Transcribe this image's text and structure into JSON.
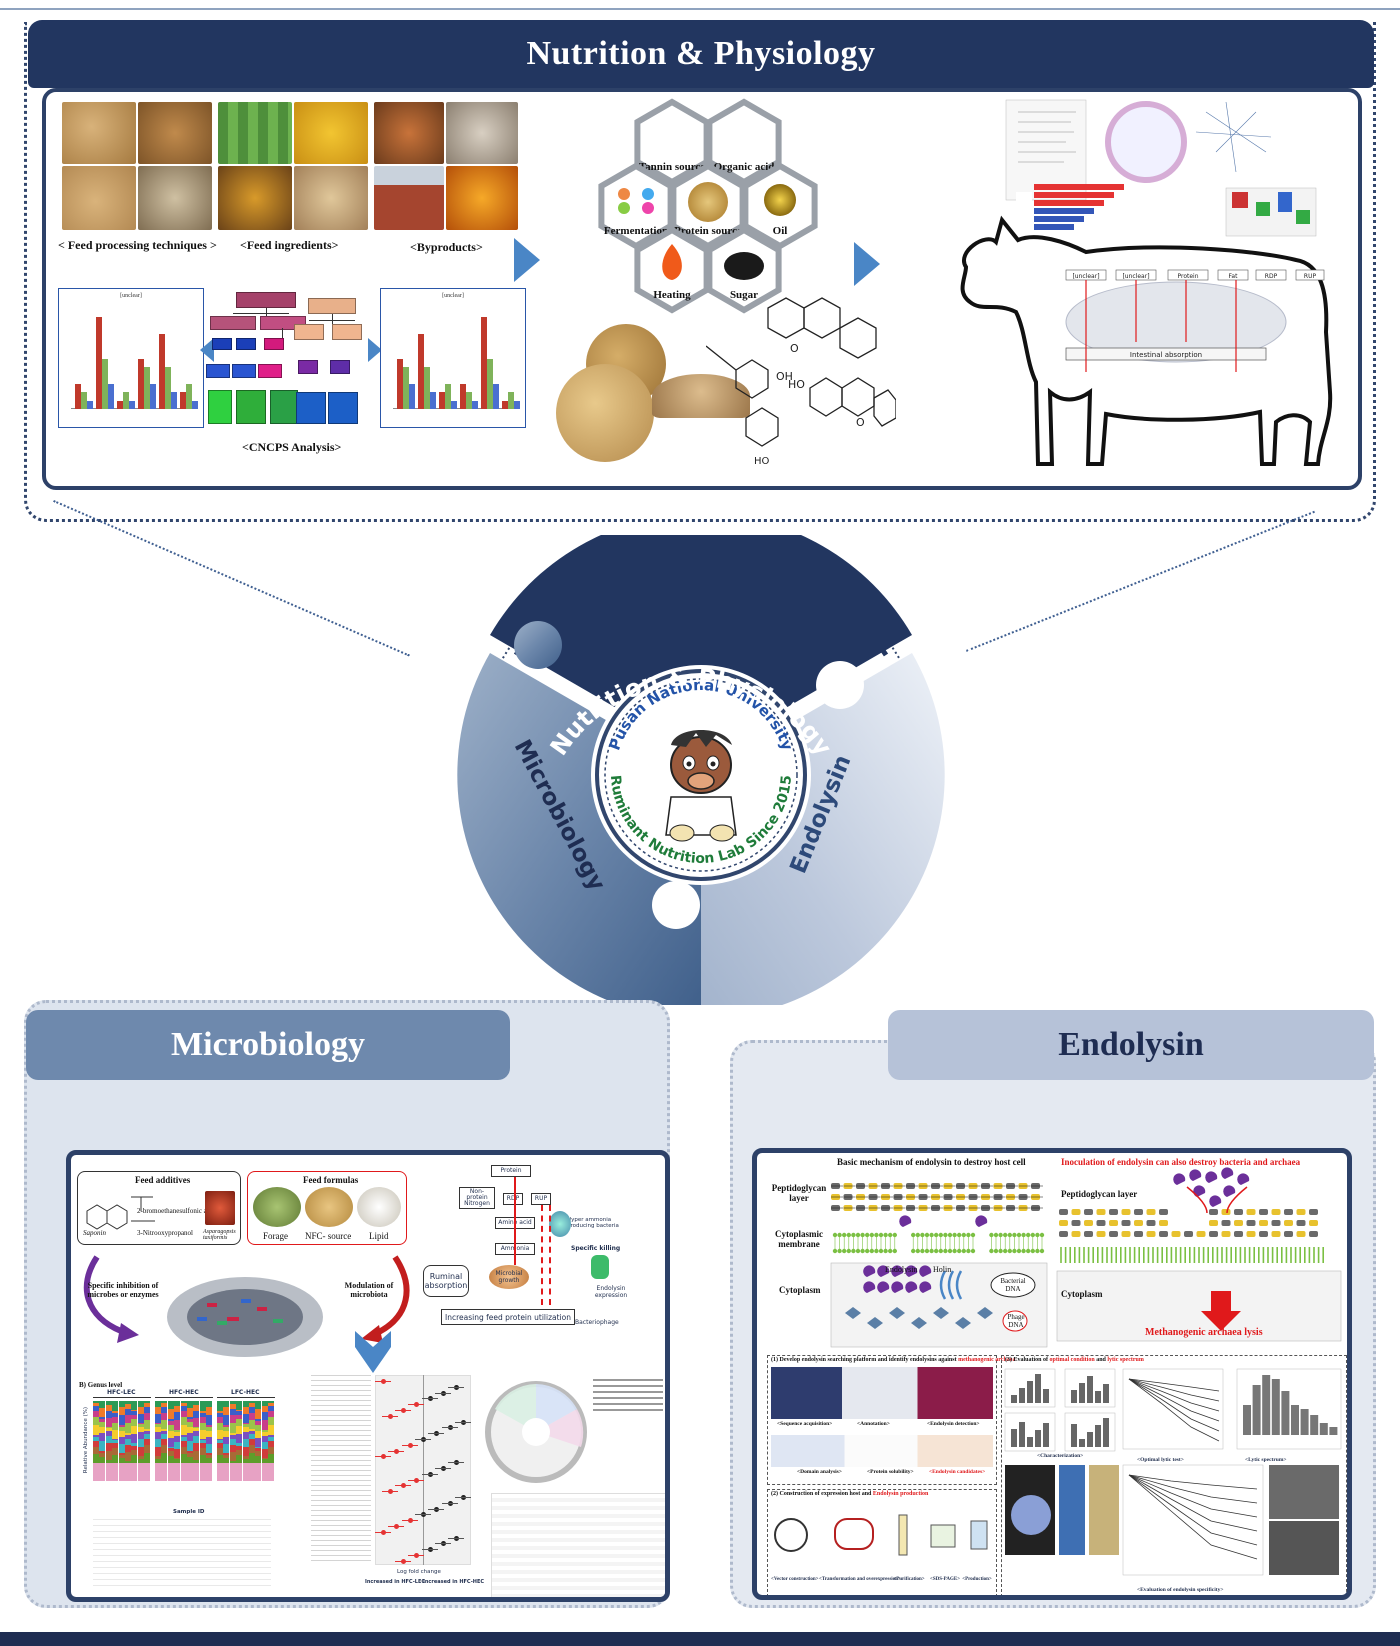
{
  "sections": {
    "nutrition": {
      "title": "Nutrition & Physiology",
      "captions": {
        "feed_processing": "< Feed processing techniques >",
        "feed_ingredients": "<Feed ingredients>",
        "byproducts": "<Byproducts>",
        "cncps": "<CNCPS Analysis>"
      },
      "hexagons": [
        "Tannin source",
        "Organic acid",
        "Fermentation",
        "Protein source",
        "Oil",
        "Heating",
        "Sugar"
      ],
      "cow_diagram": {
        "boxes": [
          "[unclear]",
          "[unclear]",
          "Protein",
          "Fat",
          "RDP",
          "RUP"
        ],
        "footer": "Intestinal absorption"
      }
    },
    "center": {
      "segments": [
        "Nutrition & Physiology",
        "Microbiology",
        "Endolysin"
      ],
      "seal": {
        "line1": "Pusan National University",
        "line2": "Ruminant Nutrition Lab Since 2015"
      }
    },
    "microbiology": {
      "title": "Microbiology",
      "feed_additives": "Feed additives",
      "feed_formulas": "Feed formulas",
      "additive_labels": [
        "Saponin",
        "2-bromoethanesulfonic acid",
        "3-Nitrooxypropanol",
        "Asparagopsis taxiformis"
      ],
      "formula_labels": [
        "Forage",
        "NFC- source",
        "Lipid"
      ],
      "specific_inhibition": "Specific inhibition of microbes or enzymes",
      "modulation": "Modulation of microbiota",
      "flow": {
        "protein": "Protein",
        "npn": "Non-protein Nitrogen",
        "rdp": "RDP",
        "rup": "RUP",
        "amino_acid": "Amino acid",
        "ammonia": "Ammonia",
        "microbial_growth": "Microbial growth",
        "ruminal_absorption": "Ruminal absorption",
        "hyper_ammonia": "Hyper ammonia producing bacteria",
        "specific_killing": "Specific killing",
        "endolysin_expression": "Endolysin expression",
        "bacteriophage": "Bacteriophage",
        "increasing": "Increasing feed protein utilization"
      },
      "genus_title": "B) Genus level",
      "groups": [
        "HFC-LEC",
        "HFC-HEC",
        "LFC-HEC"
      ],
      "ylabel": "Relative Abundance (%)",
      "xlabel": "Sample ID",
      "lfc_xlabel": "Log fold change",
      "lfc_left": "Increased in HFC-LEC",
      "lfc_right": "Increased in HFC-HEC"
    },
    "endolysin": {
      "title": "Endolysin",
      "basic": "Basic mechanism of endolysin to destroy host cell",
      "inoculation": "Inoculation of endolysin can also destroy bacteria and archaea",
      "peptidoglycan": "Peptidoglycan layer",
      "cytoplasmic": "Cytoplasmic membrane",
      "cytoplasm": "Cytoplasm",
      "endolysin_label": "Endolysin",
      "holin": "Holin",
      "bacterial_dna": "Bacterial DNA",
      "phage_dna": "Phage DNA",
      "peptidoglycan_right": "Peptidoglycan layer",
      "cytoplasm_right": "Cytoplasm",
      "lysis": "Methanogenic archaea lysis",
      "step1_pre": "(1) Develop endolysin searching platform and identify endolysins against ",
      "step1_red": "methanogenic archaea",
      "step1_labels": [
        "<Sequence acquisition>",
        "<Annotation>",
        "<Endolysin detection>",
        "<Domain analysis>",
        "<Protein solubility>",
        "<Endolysin candidates>"
      ],
      "step2_pre": "(2) Construction of expression host and ",
      "step2_red": "Endolysin production",
      "step2_labels": [
        "<Vector construction>",
        "<Transformation and overexpression>",
        "<Purification>",
        "<SDS-PAGE>",
        "<Production>"
      ],
      "step3_pre": "(3) Evaluation of ",
      "step3_red1": "optimal condition",
      "step3_mid": " and ",
      "step3_red2": "lytic spectrum",
      "step3_labels": [
        "<Characterization>",
        "<Optimal lytic test>",
        "<Lytic spectrum>",
        "<Evaluation of endolysin specificity>"
      ]
    }
  },
  "colors": {
    "navy": "#223660",
    "mid_blue": "#6e89ad",
    "light_blue": "#b6c2d8",
    "arrow_blue": "#4a86c6",
    "red": "#e0191b"
  },
  "chart_data": [
    {
      "type": "bar",
      "title": "[unclear]",
      "categories": [
        "[unclear]",
        "[unclear]",
        "[unclear]",
        "[unclear]",
        "[unclear]",
        "[unclear]"
      ],
      "series": [
        {
          "values": [
            3,
            11,
            1,
            6,
            9,
            2
          ]
        },
        {
          "values": [
            2,
            6,
            2,
            5,
            5,
            3
          ]
        },
        {
          "values": [
            1,
            3,
            1,
            3,
            2,
            1
          ]
        }
      ]
    }
  ]
}
